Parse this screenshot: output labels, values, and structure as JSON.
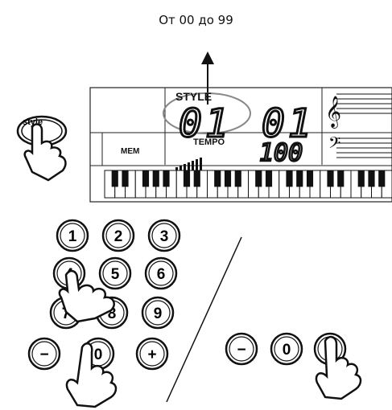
{
  "caption": "От 00 до 99",
  "style_button_label": "style",
  "display": {
    "style_label": "STYLE",
    "style_number": "01",
    "measure_number": "01",
    "mem_label": "MEM",
    "tempo_label": "TEMPO",
    "tempo_value": "100",
    "treble_clef_glyph": "𝄞",
    "bass_clef_glyph": "𝄢"
  },
  "keypad": {
    "keys": [
      "1",
      "2",
      "3",
      "4",
      "5",
      "6",
      "7",
      "8",
      "9",
      "−",
      "0",
      "+"
    ]
  },
  "secondary_keys": [
    "−",
    "0",
    "+"
  ],
  "colors": {
    "ink": "#111111",
    "ellipse": "#888888",
    "lcd_line": "#222222"
  }
}
